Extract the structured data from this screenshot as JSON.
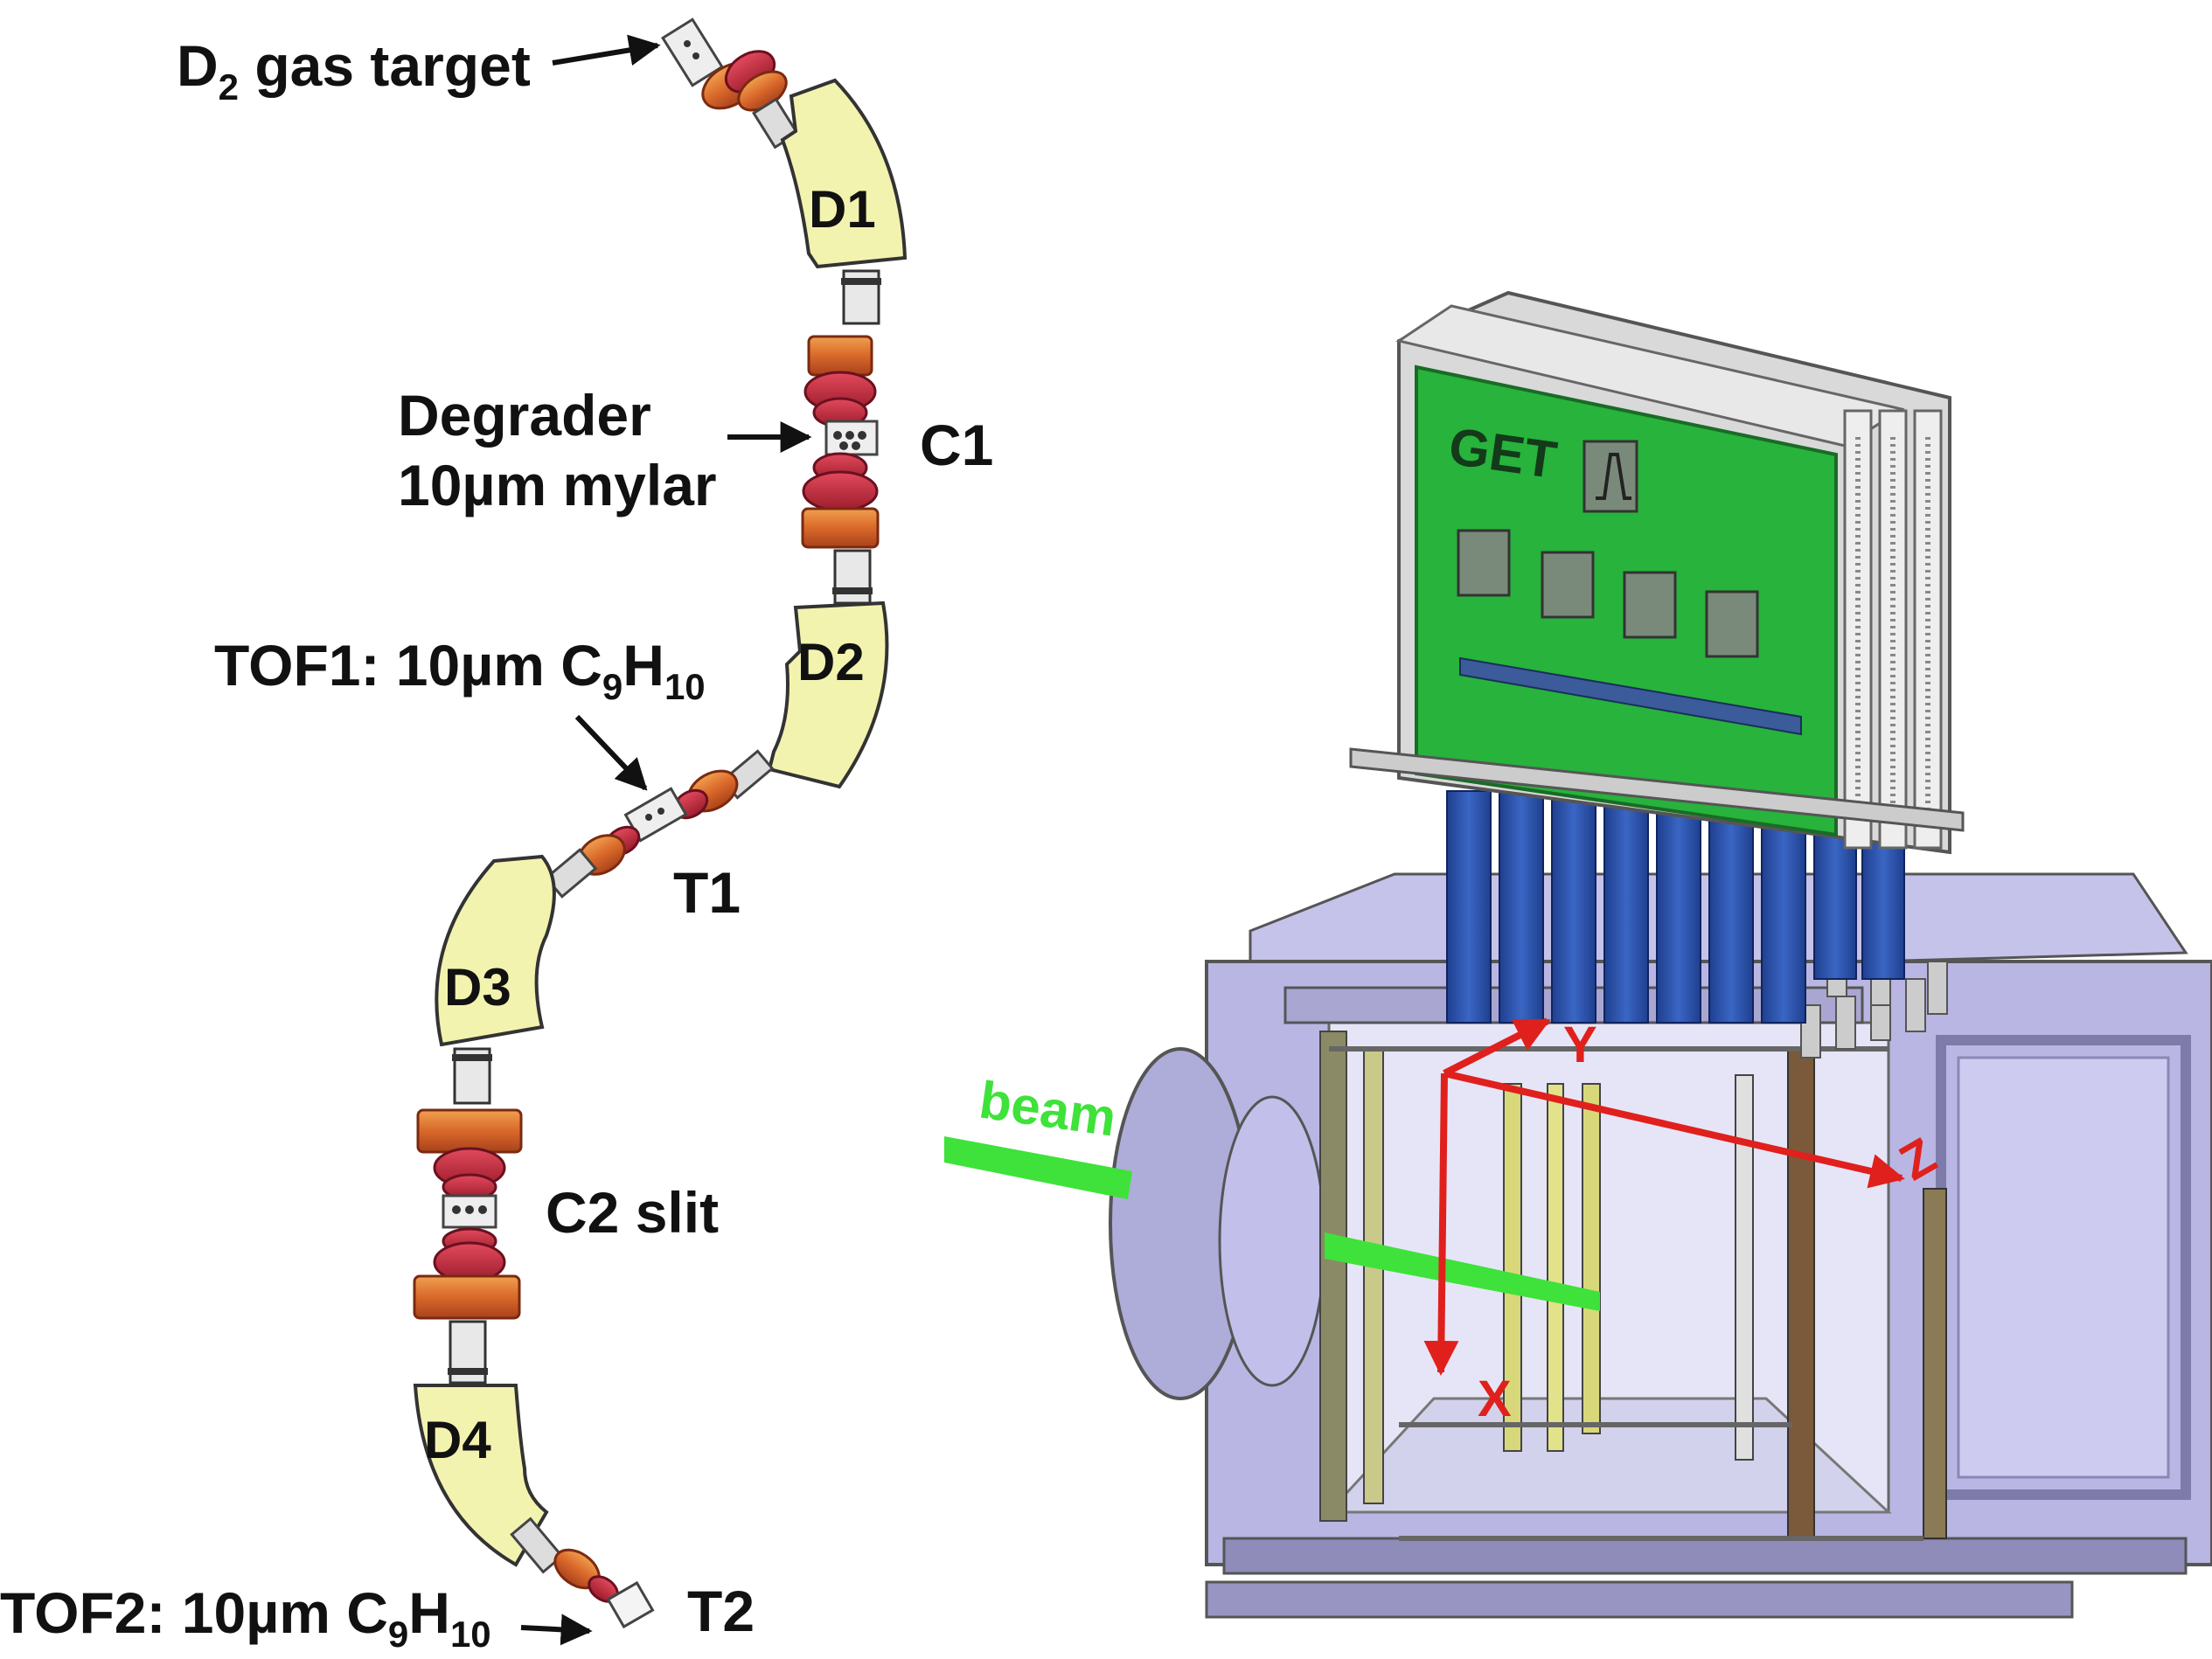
{
  "labels": {
    "gas_target_main": "D",
    "gas_target_sub": "2",
    "gas_target_rest": " gas target",
    "degrader_line1": "Degrader",
    "degrader_line2": "10µm mylar",
    "c1": "C1",
    "tof1_prefix": "TOF1: 10µm C",
    "tof1_sub1": "9",
    "tof1_mid": "H",
    "tof1_sub2": "10",
    "t1": "T1",
    "c2": "C2 slit",
    "tof2_prefix": "TOF2: 10µm C",
    "tof2_sub1": "9",
    "tof2_mid": "H",
    "tof2_sub2": "10",
    "t2": "T2",
    "d1": "D1",
    "d2": "D2",
    "d3": "D3",
    "d4": "D4"
  },
  "detector": {
    "get": "GET",
    "beam": "beam",
    "axis_x": "X",
    "axis_y": "Y",
    "axis_z": "Z"
  },
  "colors": {
    "dipole": "#f3f3b0",
    "quad_orange": "#e07a22",
    "quad_red": "#c8283a",
    "electronics_green": "#27b33c",
    "chamber_lavender": "#b9b6e3",
    "cables_blue": "#2a4fa8",
    "axis_red": "#e0201c",
    "beam_green": "#3ee23a"
  }
}
